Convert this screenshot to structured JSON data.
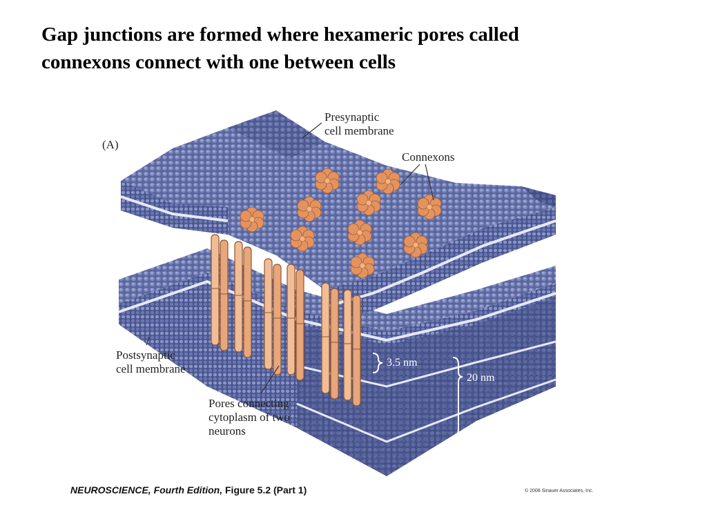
{
  "slide": {
    "title_lines": [
      "Gap junctions are formed where hexameric pores called",
      "connexons connect with one between cells"
    ]
  },
  "figure": {
    "panel_label": "(A)",
    "labels": {
      "presynaptic": [
        "Presynaptic",
        "cell membrane"
      ],
      "connexons": "Connexons",
      "postsynaptic": [
        "Postsynaptic",
        "cell membrane"
      ],
      "pores": [
        "Pores connecting",
        "cytoplasm of two",
        "neurons"
      ],
      "gap_width": "3.5 nm",
      "junction_width": "20 nm"
    },
    "colors": {
      "membrane": "#5a679f",
      "membrane_dark": "#434e86",
      "membrane_light": "#7c88bd",
      "connexon": "#e4935f",
      "connexon_light": "#f1b48c",
      "pore": "#f2bd96"
    }
  },
  "caption": {
    "book": "NEUROSCIENCE,",
    "edition": " Fourth Edition,",
    "figure": " Figure 5.2 (Part 1)",
    "copyright": "© 2008 Sinauer Associates, Inc."
  }
}
